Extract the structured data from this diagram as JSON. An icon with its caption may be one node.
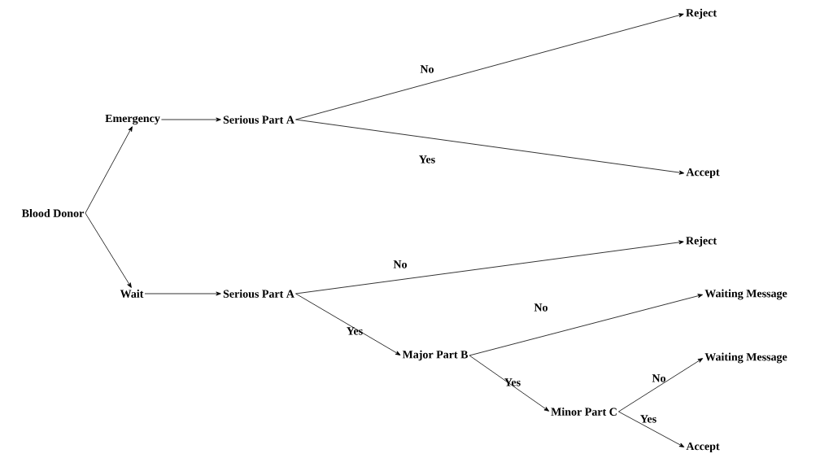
{
  "diagram": {
    "nodes": [
      {
        "text": [
          "Blood Donor"
        ]
      },
      {
        "text": [
          "Emergency"
        ]
      },
      {
        "text": [
          "Serious Part A"
        ]
      },
      {
        "text": [
          "Reject"
        ]
      },
      {
        "text": [
          "Accept"
        ]
      },
      {
        "text": [
          "Wait"
        ]
      },
      {
        "text": [
          "Serious Part A"
        ]
      },
      {
        "text": [
          "Reject"
        ]
      },
      {
        "text": [
          "Waiting Message"
        ]
      },
      {
        "text": [
          "Major Part B"
        ]
      },
      {
        "text": [
          "Waiting Message"
        ]
      },
      {
        "text": [
          "Minor Part C"
        ]
      },
      {
        "text": [
          "Accept"
        ]
      }
    ],
    "edges": [
      {
        "from": 0,
        "to": 1,
        "arrow": "to"
      },
      {
        "from": 0,
        "to": 5,
        "arrow": "to"
      },
      {
        "from": 1,
        "to": 2,
        "arrow": "to"
      },
      {
        "from": 2,
        "to": 3,
        "arrow": "to",
        "label": "No"
      },
      {
        "from": 2,
        "to": 4,
        "arrow": "to",
        "label": "Yes"
      },
      {
        "from": 5,
        "to": 6,
        "arrow": "to"
      },
      {
        "from": 6,
        "to": 7,
        "arrow": "to",
        "label": "No"
      },
      {
        "from": 6,
        "to": 9,
        "arrow": "to",
        "label": "Yes"
      },
      {
        "from": 9,
        "to": 8,
        "arrow": "to",
        "label": "No"
      },
      {
        "from": 9,
        "to": 11,
        "arrow": "to",
        "label": "Yes"
      },
      {
        "from": 11,
        "to": 10,
        "arrow": "to",
        "label": "No"
      },
      {
        "from": 11,
        "to": 12,
        "arrow": "to",
        "label": "Yes"
      }
    ]
  }
}
